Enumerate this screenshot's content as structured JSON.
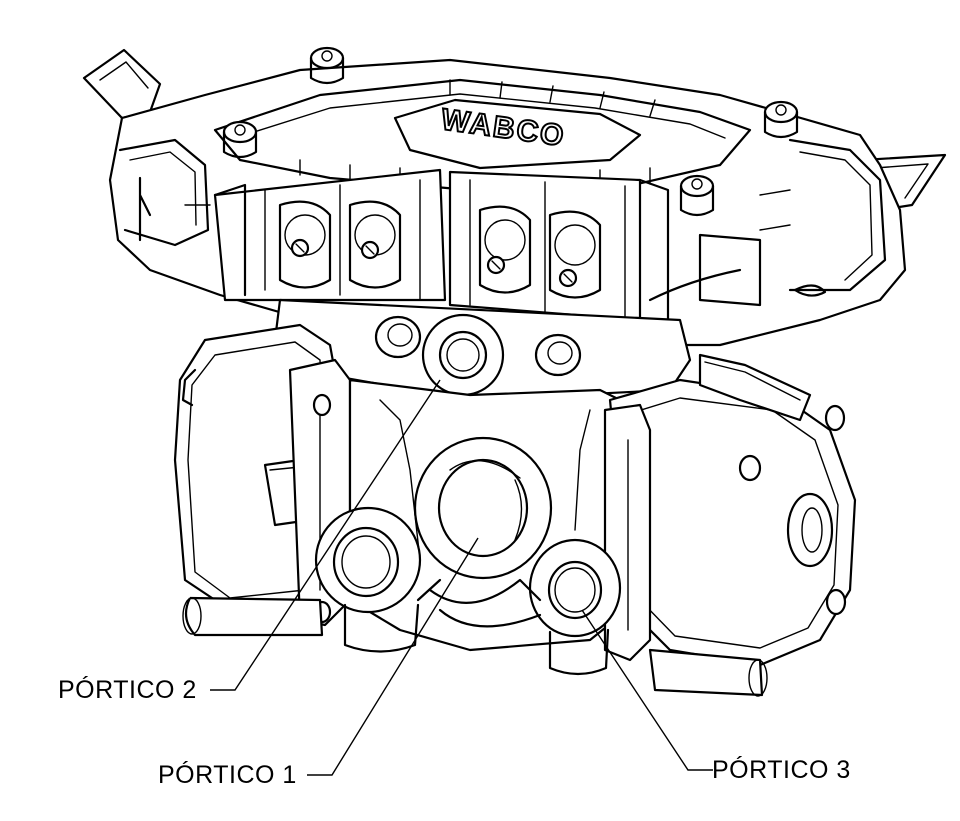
{
  "diagram": {
    "logo_text": "WABCO",
    "labels": {
      "port_2": "PÓRTICO 2",
      "port_1": "PÓRTICO 1",
      "port_3": "PÓRTICO 3"
    }
  }
}
